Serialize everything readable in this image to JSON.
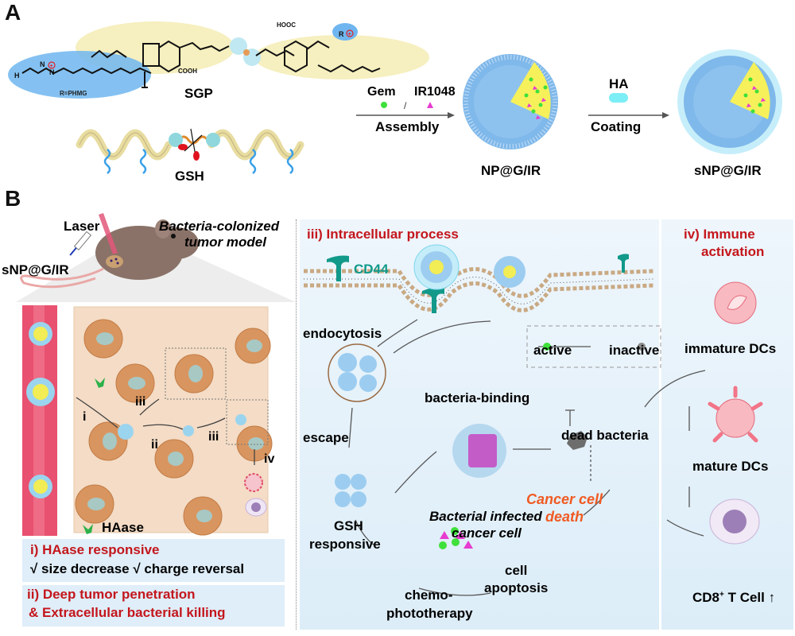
{
  "panelA": {
    "label": "A",
    "chem": {
      "r_label": "R=PHMG",
      "cooh1": "COOH",
      "cooh2": "HOOC",
      "polymer_name": "SGP",
      "gsh_label": "GSH"
    },
    "assembly": {
      "gem_label": "Gem",
      "ir_label": "IR1048",
      "separator": "/",
      "step_label": "Assembly",
      "product_label": "NP@G/IR"
    },
    "coating": {
      "ha_label": "HA",
      "step_label": "Coating",
      "product_label": "sNP@G/IR"
    }
  },
  "panelB": {
    "label": "B",
    "mouse": {
      "laser_label": "Laser",
      "model_title_line1": "Bacteria-colonized",
      "model_title_line2": "tumor model",
      "injection_label": "sNP@G/IR"
    },
    "tumor": {
      "steps": [
        "i",
        "ii",
        "iii",
        "iii",
        "iv"
      ],
      "haase_label": "HAase"
    },
    "box_i": {
      "title": "i) HAase responsive",
      "line": "√ size decrease √ charge reversal"
    },
    "box_ii": {
      "line1": "ii) Deep tumor penetration",
      "line2": "& Extracellular bacterial killing"
    },
    "intracellular": {
      "title": "iii) Intracellular process",
      "cd44": "CD44",
      "endocytosis": "endocytosis",
      "escape": "escape",
      "gsh_line1": "GSH",
      "gsh_line2": "responsive",
      "bacteria_binding": "bacteria-binding",
      "active": "active",
      "inactive": "inactive",
      "dead_bacteria": "dead bacteria",
      "infected_line1": "Bacterial infected",
      "infected_line2": "cancer cell",
      "death_line1": "Cancer cell",
      "death_line2": "death",
      "chemo_line1": "chemo-",
      "chemo_line2": "phototherapy",
      "apoptosis_line1": "cell",
      "apoptosis_line2": "apoptosis"
    },
    "immune": {
      "title_line1": "iv) Immune",
      "title_line2": "activation",
      "immature": "immature DCs",
      "mature": "mature DCs",
      "tcell": "CD8",
      "tcell_sup": "+",
      "tcell_rest": " T Cell",
      "arrow_up": "↑"
    }
  },
  "colors": {
    "accent_red": "#c4161c",
    "death_orange": "#f05a22",
    "teal": "#10998a",
    "panel_bg": "#e3f1fa",
    "gem_green": "#3ee03a",
    "ir_magenta": "#e83ccf"
  }
}
